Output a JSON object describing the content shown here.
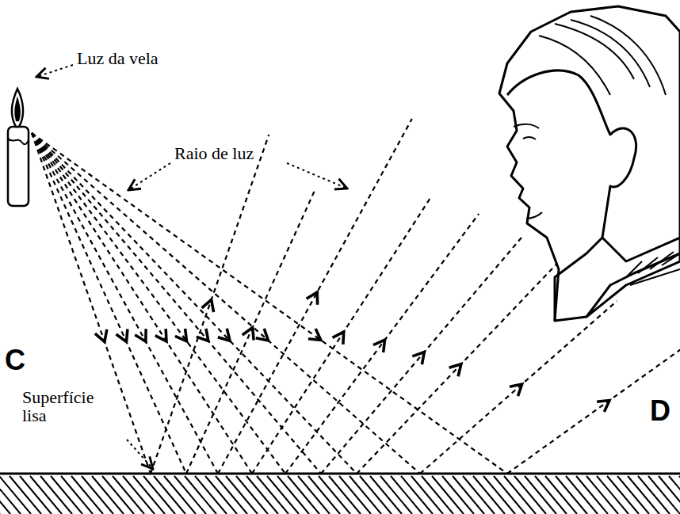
{
  "diagram": {
    "labels": [
      "Luz da vela",
      "Raio de luz",
      "C",
      "Superfície lisa",
      "D"
    ]
  }
}
